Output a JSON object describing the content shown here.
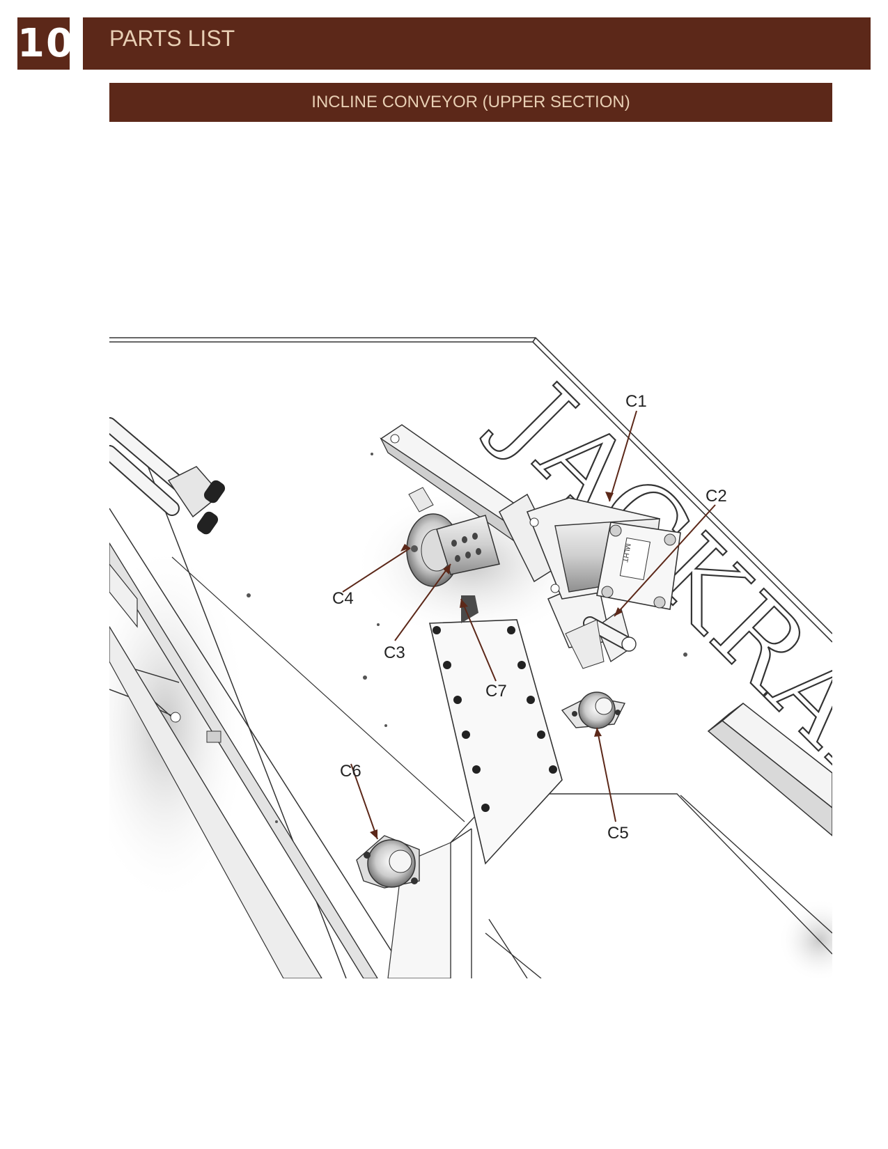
{
  "header": {
    "page_number": "10",
    "title": "PARTS LIST"
  },
  "section": {
    "title": "INCLINE CONVEYOR (UPPER SECTION)"
  },
  "diagram": {
    "brand_text": "JACKRABBIT",
    "motor_label": "MLHT",
    "callouts": {
      "c1": "C1",
      "c2": "C2",
      "c3": "C3",
      "c4": "C4",
      "c5": "C5",
      "c6": "C6",
      "c7": "C7"
    },
    "leader_color": "#5c2819"
  }
}
